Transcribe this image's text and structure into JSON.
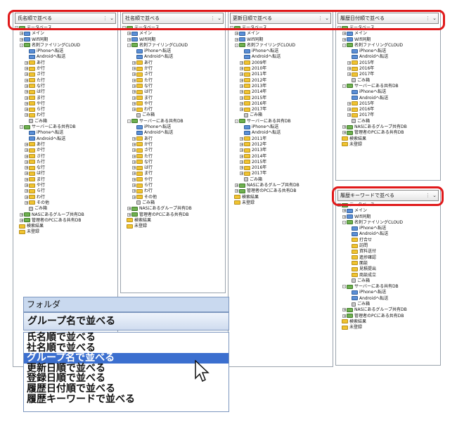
{
  "panels": [
    {
      "combo": "氏名順で並べる",
      "tree": [
        {
          "d": 0,
          "exp": "-",
          "ico": "green",
          "t": "データベース"
        },
        {
          "d": 1,
          "exp": "+",
          "ico": "blue",
          "t": "メイン"
        },
        {
          "d": 1,
          "exp": "+",
          "ico": "blue",
          "t": "Wifi同期"
        },
        {
          "d": 1,
          "exp": "-",
          "ico": "green",
          "t": "名刺ファイリングCLOUD"
        },
        {
          "d": 2,
          "exp": "",
          "ico": "blue",
          "t": "iPhoneへ転送"
        },
        {
          "d": 2,
          "exp": "",
          "ico": "blue",
          "t": "Androidへ転送"
        },
        {
          "d": 2,
          "exp": "+",
          "ico": "folder",
          "t": "あ行"
        },
        {
          "d": 2,
          "exp": "+",
          "ico": "folder",
          "t": "か行"
        },
        {
          "d": 2,
          "exp": "+",
          "ico": "folder",
          "t": "さ行"
        },
        {
          "d": 2,
          "exp": "+",
          "ico": "folder",
          "t": "た行"
        },
        {
          "d": 2,
          "exp": "+",
          "ico": "folder",
          "t": "な行"
        },
        {
          "d": 2,
          "exp": "+",
          "ico": "folder",
          "t": "は行"
        },
        {
          "d": 2,
          "exp": "+",
          "ico": "folder",
          "t": "ま行"
        },
        {
          "d": 2,
          "exp": "+",
          "ico": "folder",
          "t": "や行"
        },
        {
          "d": 2,
          "exp": "+",
          "ico": "folder",
          "t": "ら行"
        },
        {
          "d": 2,
          "exp": "+",
          "ico": "folder",
          "t": "わ行"
        },
        {
          "d": 2,
          "exp": "",
          "ico": "trash",
          "t": "ごみ箱"
        },
        {
          "d": 1,
          "exp": "-",
          "ico": "green",
          "t": "サーバーにある共有DB"
        },
        {
          "d": 2,
          "exp": "",
          "ico": "blue",
          "t": "iPhoneへ転送"
        },
        {
          "d": 2,
          "exp": "",
          "ico": "blue",
          "t": "Androidへ転送"
        },
        {
          "d": 2,
          "exp": "+",
          "ico": "folder",
          "t": "あ行"
        },
        {
          "d": 2,
          "exp": "+",
          "ico": "folder",
          "t": "か行"
        },
        {
          "d": 2,
          "exp": "+",
          "ico": "folder",
          "t": "さ行"
        },
        {
          "d": 2,
          "exp": "+",
          "ico": "folder",
          "t": "た行"
        },
        {
          "d": 2,
          "exp": "+",
          "ico": "folder",
          "t": "な行"
        },
        {
          "d": 2,
          "exp": "+",
          "ico": "folder",
          "t": "は行"
        },
        {
          "d": 2,
          "exp": "+",
          "ico": "folder",
          "t": "ま行"
        },
        {
          "d": 2,
          "exp": "+",
          "ico": "folder",
          "t": "や行"
        },
        {
          "d": 2,
          "exp": "+",
          "ico": "folder",
          "t": "ら行"
        },
        {
          "d": 2,
          "exp": "+",
          "ico": "folder",
          "t": "わ行"
        },
        {
          "d": 2,
          "exp": "+",
          "ico": "folder",
          "t": "その他"
        },
        {
          "d": 2,
          "exp": "",
          "ico": "trash",
          "t": "ごみ箱"
        },
        {
          "d": 1,
          "exp": "+",
          "ico": "green",
          "t": "NASにあるグループ共有DB"
        },
        {
          "d": 1,
          "exp": "+",
          "ico": "green",
          "t": "管理者のPCにある共有DB"
        },
        {
          "d": 0,
          "exp": "",
          "ico": "folder",
          "t": "検索結果"
        },
        {
          "d": 0,
          "exp": "",
          "ico": "folder",
          "t": "未登録"
        }
      ]
    },
    {
      "combo": "社名順で並べる",
      "tree": [
        {
          "d": 0,
          "exp": "-",
          "ico": "green",
          "t": "データベース"
        },
        {
          "d": 1,
          "exp": "+",
          "ico": "blue",
          "t": "メイン"
        },
        {
          "d": 1,
          "exp": "+",
          "ico": "blue",
          "t": "Wifi同期"
        },
        {
          "d": 1,
          "exp": "-",
          "ico": "green",
          "t": "名刺ファイリングCLOUD"
        },
        {
          "d": 2,
          "exp": "",
          "ico": "blue",
          "t": "iPhoneへ転送"
        },
        {
          "d": 2,
          "exp": "",
          "ico": "blue",
          "t": "Androidへ転送"
        },
        {
          "d": 2,
          "exp": "+",
          "ico": "folder",
          "t": "あ行"
        },
        {
          "d": 2,
          "exp": "+",
          "ico": "folder",
          "t": "か行"
        },
        {
          "d": 2,
          "exp": "+",
          "ico": "folder",
          "t": "さ行"
        },
        {
          "d": 2,
          "exp": "+",
          "ico": "folder",
          "t": "た行"
        },
        {
          "d": 2,
          "exp": "+",
          "ico": "folder",
          "t": "な行"
        },
        {
          "d": 2,
          "exp": "+",
          "ico": "folder",
          "t": "は行"
        },
        {
          "d": 2,
          "exp": "+",
          "ico": "folder",
          "t": "ま行"
        },
        {
          "d": 2,
          "exp": "+",
          "ico": "folder",
          "t": "や行"
        },
        {
          "d": 2,
          "exp": "+",
          "ico": "folder",
          "t": "わ行"
        },
        {
          "d": 2,
          "exp": "",
          "ico": "trash",
          "t": "ごみ箱"
        },
        {
          "d": 1,
          "exp": "-",
          "ico": "green",
          "t": "サーバーにある共有DB"
        },
        {
          "d": 2,
          "exp": "",
          "ico": "blue",
          "t": "iPhoneへ転送"
        },
        {
          "d": 2,
          "exp": "",
          "ico": "blue",
          "t": "Androidへ転送"
        },
        {
          "d": 2,
          "exp": "+",
          "ico": "folder",
          "t": "あ行"
        },
        {
          "d": 2,
          "exp": "+",
          "ico": "folder",
          "t": "か行"
        },
        {
          "d": 2,
          "exp": "+",
          "ico": "folder",
          "t": "さ行"
        },
        {
          "d": 2,
          "exp": "+",
          "ico": "folder",
          "t": "た行"
        },
        {
          "d": 2,
          "exp": "+",
          "ico": "folder",
          "t": "な行"
        },
        {
          "d": 2,
          "exp": "+",
          "ico": "folder",
          "t": "は行"
        },
        {
          "d": 2,
          "exp": "+",
          "ico": "folder",
          "t": "ま行"
        },
        {
          "d": 2,
          "exp": "+",
          "ico": "folder",
          "t": "や行"
        },
        {
          "d": 2,
          "exp": "+",
          "ico": "folder",
          "t": "ら行"
        },
        {
          "d": 2,
          "exp": "+",
          "ico": "folder",
          "t": "わ行"
        },
        {
          "d": 2,
          "exp": "+",
          "ico": "folder",
          "t": "その他"
        },
        {
          "d": 2,
          "exp": "",
          "ico": "trash",
          "t": "ごみ箱"
        },
        {
          "d": 1,
          "exp": "+",
          "ico": "green",
          "t": "NASにあるグループ共有DB"
        },
        {
          "d": 1,
          "exp": "+",
          "ico": "green",
          "t": "管理者のPCにある共有DB"
        },
        {
          "d": 0,
          "exp": "",
          "ico": "folder",
          "t": "検索結果"
        },
        {
          "d": 0,
          "exp": "",
          "ico": "folder",
          "t": "未登録"
        }
      ]
    },
    {
      "combo": "更新日順で並べる",
      "tree": [
        {
          "d": 0,
          "exp": "-",
          "ico": "green",
          "t": "データベース"
        },
        {
          "d": 1,
          "exp": "+",
          "ico": "blue",
          "t": "メイン"
        },
        {
          "d": 1,
          "exp": "+",
          "ico": "blue",
          "t": "Wifi同期"
        },
        {
          "d": 1,
          "exp": "-",
          "ico": "green",
          "t": "名刺ファイリングCLOUD"
        },
        {
          "d": 2,
          "exp": "",
          "ico": "blue",
          "t": "iPhoneへ転送"
        },
        {
          "d": 2,
          "exp": "",
          "ico": "blue",
          "t": "Androidへ転送"
        },
        {
          "d": 2,
          "exp": "+",
          "ico": "folder",
          "t": "2009年"
        },
        {
          "d": 2,
          "exp": "+",
          "ico": "folder",
          "t": "2010年"
        },
        {
          "d": 2,
          "exp": "+",
          "ico": "folder",
          "t": "2011年"
        },
        {
          "d": 2,
          "exp": "+",
          "ico": "folder",
          "t": "2012年"
        },
        {
          "d": 2,
          "exp": "+",
          "ico": "folder",
          "t": "2013年"
        },
        {
          "d": 2,
          "exp": "+",
          "ico": "folder",
          "t": "2014年"
        },
        {
          "d": 2,
          "exp": "+",
          "ico": "folder",
          "t": "2015年"
        },
        {
          "d": 2,
          "exp": "+",
          "ico": "folder",
          "t": "2016年"
        },
        {
          "d": 2,
          "exp": "+",
          "ico": "folder",
          "t": "2017年"
        },
        {
          "d": 2,
          "exp": "",
          "ico": "trash",
          "t": "ごみ箱"
        },
        {
          "d": 1,
          "exp": "-",
          "ico": "green",
          "t": "サーバーにある共有DB"
        },
        {
          "d": 2,
          "exp": "",
          "ico": "blue",
          "t": "iPhoneへ転送"
        },
        {
          "d": 2,
          "exp": "",
          "ico": "blue",
          "t": "Androidへ転送"
        },
        {
          "d": 2,
          "exp": "+",
          "ico": "folder",
          "t": "2011年"
        },
        {
          "d": 2,
          "exp": "+",
          "ico": "folder",
          "t": "2012年"
        },
        {
          "d": 2,
          "exp": "+",
          "ico": "folder",
          "t": "2013年"
        },
        {
          "d": 2,
          "exp": "+",
          "ico": "folder",
          "t": "2014年"
        },
        {
          "d": 2,
          "exp": "+",
          "ico": "folder",
          "t": "2015年"
        },
        {
          "d": 2,
          "exp": "+",
          "ico": "folder",
          "t": "2016年"
        },
        {
          "d": 2,
          "exp": "+",
          "ico": "folder",
          "t": "2017年"
        },
        {
          "d": 2,
          "exp": "",
          "ico": "trash",
          "t": "ごみ箱"
        },
        {
          "d": 1,
          "exp": "+",
          "ico": "green",
          "t": "NASにあるグループ共有DB"
        },
        {
          "d": 1,
          "exp": "+",
          "ico": "green",
          "t": "管理者のPCにある共有DB"
        },
        {
          "d": 0,
          "exp": "",
          "ico": "folder",
          "t": "検索結果"
        },
        {
          "d": 0,
          "exp": "",
          "ico": "folder",
          "t": "未登録"
        }
      ]
    },
    {
      "combo": "履歴日付順で並べる",
      "tree": [
        {
          "d": 0,
          "exp": "-",
          "ico": "green",
          "t": "データベース"
        },
        {
          "d": 1,
          "exp": "+",
          "ico": "blue",
          "t": "メイン"
        },
        {
          "d": 1,
          "exp": "+",
          "ico": "blue",
          "t": "Wifi同期"
        },
        {
          "d": 1,
          "exp": "-",
          "ico": "green",
          "t": "名刺ファイリングCLOUD"
        },
        {
          "d": 2,
          "exp": "",
          "ico": "blue",
          "t": "iPhoneへ転送"
        },
        {
          "d": 2,
          "exp": "",
          "ico": "blue",
          "t": "Androidへ転送"
        },
        {
          "d": 2,
          "exp": "+",
          "ico": "folder",
          "t": "2015年"
        },
        {
          "d": 2,
          "exp": "+",
          "ico": "folder",
          "t": "2016年"
        },
        {
          "d": 2,
          "exp": "+",
          "ico": "folder",
          "t": "2017年"
        },
        {
          "d": 2,
          "exp": "",
          "ico": "trash",
          "t": "ごみ箱"
        },
        {
          "d": 1,
          "exp": "-",
          "ico": "green",
          "t": "サーバーにある共有DB"
        },
        {
          "d": 2,
          "exp": "",
          "ico": "blue",
          "t": "iPhoneへ転送"
        },
        {
          "d": 2,
          "exp": "",
          "ico": "blue",
          "t": "Androidへ転送"
        },
        {
          "d": 2,
          "exp": "+",
          "ico": "folder",
          "t": "2015年"
        },
        {
          "d": 2,
          "exp": "+",
          "ico": "folder",
          "t": "2016年"
        },
        {
          "d": 2,
          "exp": "+",
          "ico": "folder",
          "t": "2017年"
        },
        {
          "d": 2,
          "exp": "",
          "ico": "trash",
          "t": "ごみ箱"
        },
        {
          "d": 1,
          "exp": "+",
          "ico": "green",
          "t": "NASにあるグループ共有DB"
        },
        {
          "d": 1,
          "exp": "+",
          "ico": "green",
          "t": "管理者のPCにある共有DB"
        },
        {
          "d": 0,
          "exp": "",
          "ico": "folder",
          "t": "検索結果"
        },
        {
          "d": 0,
          "exp": "",
          "ico": "folder",
          "t": "未登録"
        }
      ]
    },
    {
      "combo": "履歴キーワードで並べる",
      "tree": [
        {
          "d": 0,
          "exp": "-",
          "ico": "green",
          "t": "データベース"
        },
        {
          "d": 1,
          "exp": "+",
          "ico": "blue",
          "t": "メイン"
        },
        {
          "d": 1,
          "exp": "+",
          "ico": "blue",
          "t": "Wifi同期"
        },
        {
          "d": 1,
          "exp": "-",
          "ico": "green",
          "t": "名刺ファイリングCLOUD"
        },
        {
          "d": 2,
          "exp": "",
          "ico": "blue",
          "t": "iPhoneへ転送"
        },
        {
          "d": 2,
          "exp": "",
          "ico": "blue",
          "t": "Androidへ転送"
        },
        {
          "d": 2,
          "exp": "",
          "ico": "folder",
          "t": "打合せ"
        },
        {
          "d": 2,
          "exp": "",
          "ico": "folder",
          "t": "訪問"
        },
        {
          "d": 2,
          "exp": "",
          "ico": "folder",
          "t": "資料送付"
        },
        {
          "d": 2,
          "exp": "",
          "ico": "folder",
          "t": "進捗確認"
        },
        {
          "d": 2,
          "exp": "",
          "ico": "folder",
          "t": "面談"
        },
        {
          "d": 2,
          "exp": "",
          "ico": "folder",
          "t": "見積提出"
        },
        {
          "d": 2,
          "exp": "",
          "ico": "folder",
          "t": "商談成立"
        },
        {
          "d": 2,
          "exp": "",
          "ico": "trash",
          "t": "ごみ箱"
        },
        {
          "d": 1,
          "exp": "-",
          "ico": "green",
          "t": "サーバーにある共有DB"
        },
        {
          "d": 2,
          "exp": "",
          "ico": "blue",
          "t": "iPhoneへ転送"
        },
        {
          "d": 2,
          "exp": "",
          "ico": "blue",
          "t": "Androidへ転送"
        },
        {
          "d": 2,
          "exp": "",
          "ico": "trash",
          "t": "ごみ箱"
        },
        {
          "d": 1,
          "exp": "+",
          "ico": "green",
          "t": "NASにあるグループ共有DB"
        },
        {
          "d": 1,
          "exp": "+",
          "ico": "green",
          "t": "管理者のPCにある共有DB"
        },
        {
          "d": 0,
          "exp": "",
          "ico": "folder",
          "t": "検索結果"
        },
        {
          "d": 0,
          "exp": "",
          "ico": "folder",
          "t": "未登録"
        }
      ]
    }
  ],
  "popup": {
    "title": "フォルダ",
    "selected": "グループ名で並べる",
    "options": [
      "氏名順で並べる",
      "社名順で並べる",
      "グループ名で並べる",
      "更新日順で並べる",
      "登録日順で並べる",
      "履歴日付順で並べる",
      "履歴キーワードで並べる"
    ],
    "highlighted_index": 2
  },
  "colors": {
    "highlight": "#e0191a",
    "selection": "#3b6fcf"
  }
}
